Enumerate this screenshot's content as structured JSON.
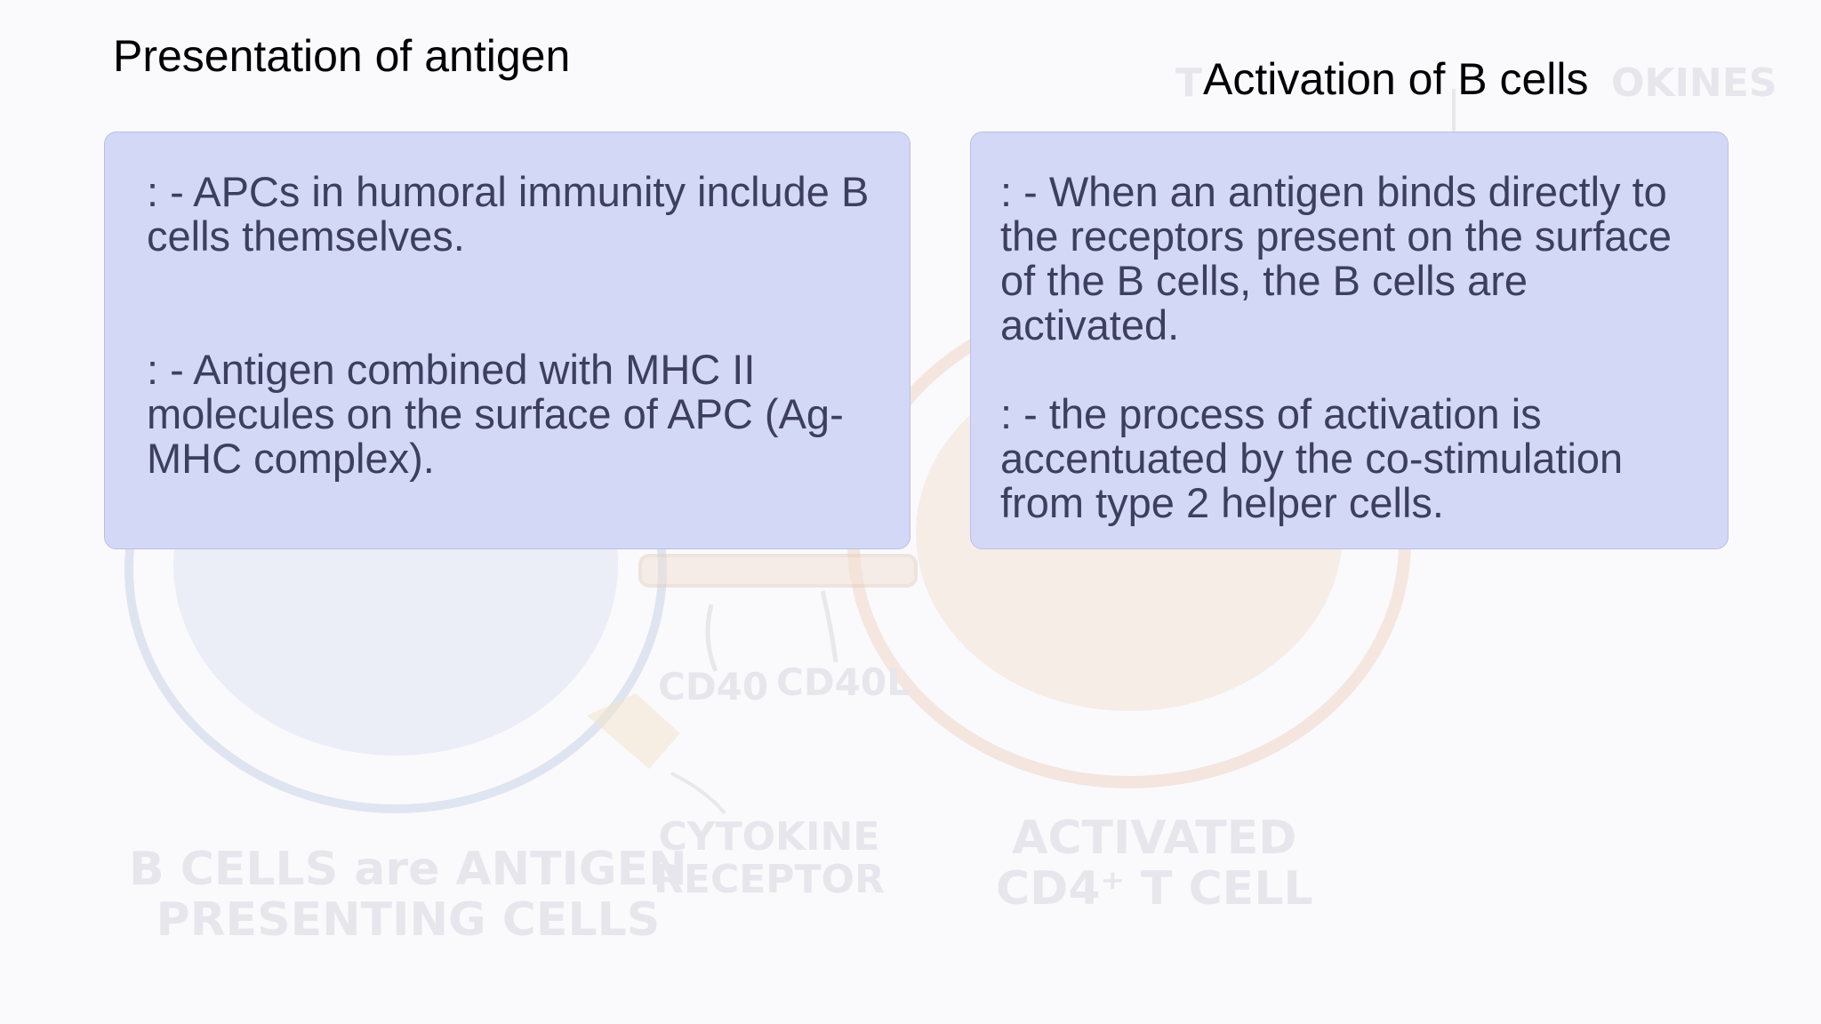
{
  "slide": {
    "left_heading": "Presentation of antigen",
    "right_heading": "Activation of B cells",
    "left_card": {
      "p1": ": - APCs in humoral immunity include B cells themselves.",
      "p2": ": - Antigen combined with MHC II molecules on the surface of APC (Ag-MHC complex)."
    },
    "right_card": {
      "p1": ": - When an antigen binds directly to the receptors present on the surface of the B cells, the B cells are activated.",
      "p2": ": - the process of activation is accentuated by the co-stimulation from type 2 helper cells."
    }
  },
  "background_illustration": {
    "top_label_left": "T",
    "top_label_right": "OKINES",
    "cd40": "CD40",
    "cd40l": "CD40L",
    "cytokine_line1": "CYTOKINE",
    "cytokine_line2": "RECEPTOR",
    "activated_line1": "ACTIVATED",
    "activated_line2": "CD4⁺ T CELL",
    "bcells_line1": "B CELLS are ANTIGEN",
    "bcells_line2": "PRESENTING CELLS",
    "colors": {
      "b_cell": "#d5dcec",
      "t_cell": "#f1dccb",
      "label": "#e6e6ec"
    }
  }
}
